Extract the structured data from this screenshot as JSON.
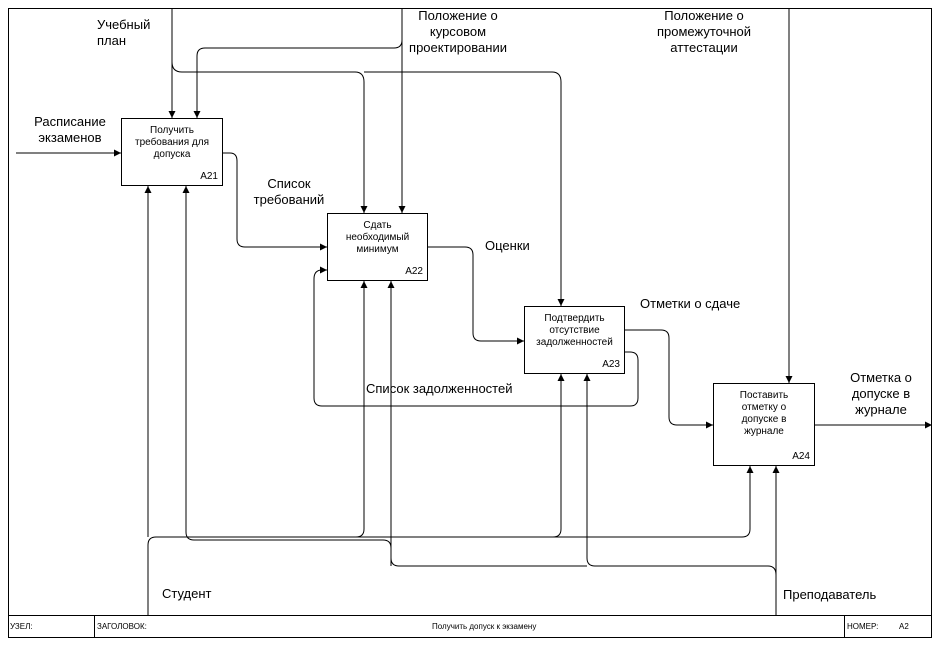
{
  "boxes": {
    "a21": {
      "label": "Получить\nтребования для\nдопуска",
      "node": "A21"
    },
    "a22": {
      "label": "Сдать\nнеобходимый\nминимум",
      "node": "A22"
    },
    "a23": {
      "label": "Подтвердить\nотсутствие\nзадолженностей",
      "node": "A23"
    },
    "a24": {
      "label": "Поставить\nотметку о\nдопуске в\nжурнале",
      "node": "A24"
    }
  },
  "arrows": {
    "schedule": "Расписание\nэкзаменов",
    "curriculum": "Учебный\nплан",
    "course_project": "Положение о\nкурсовом\nпроектировании",
    "interim_assessment": "Положение о\nпромежуточной\nаттестации",
    "requirements_list": "Список\nтребований",
    "grades": "Оценки",
    "pass_marks": "Отметки о сдаче",
    "debts_list": "Список задолженностей",
    "admission_mark": "Отметка о\nдопуске в\nжурнале",
    "student": "Студент",
    "teacher": "Преподаватель"
  },
  "footer": {
    "node_label": "УЗЕЛ:",
    "title_label": "ЗАГОЛОВОК:",
    "title_value": "Получить допуск к экзамену",
    "number_label": "НОМЕР:",
    "number_value": "A2"
  }
}
